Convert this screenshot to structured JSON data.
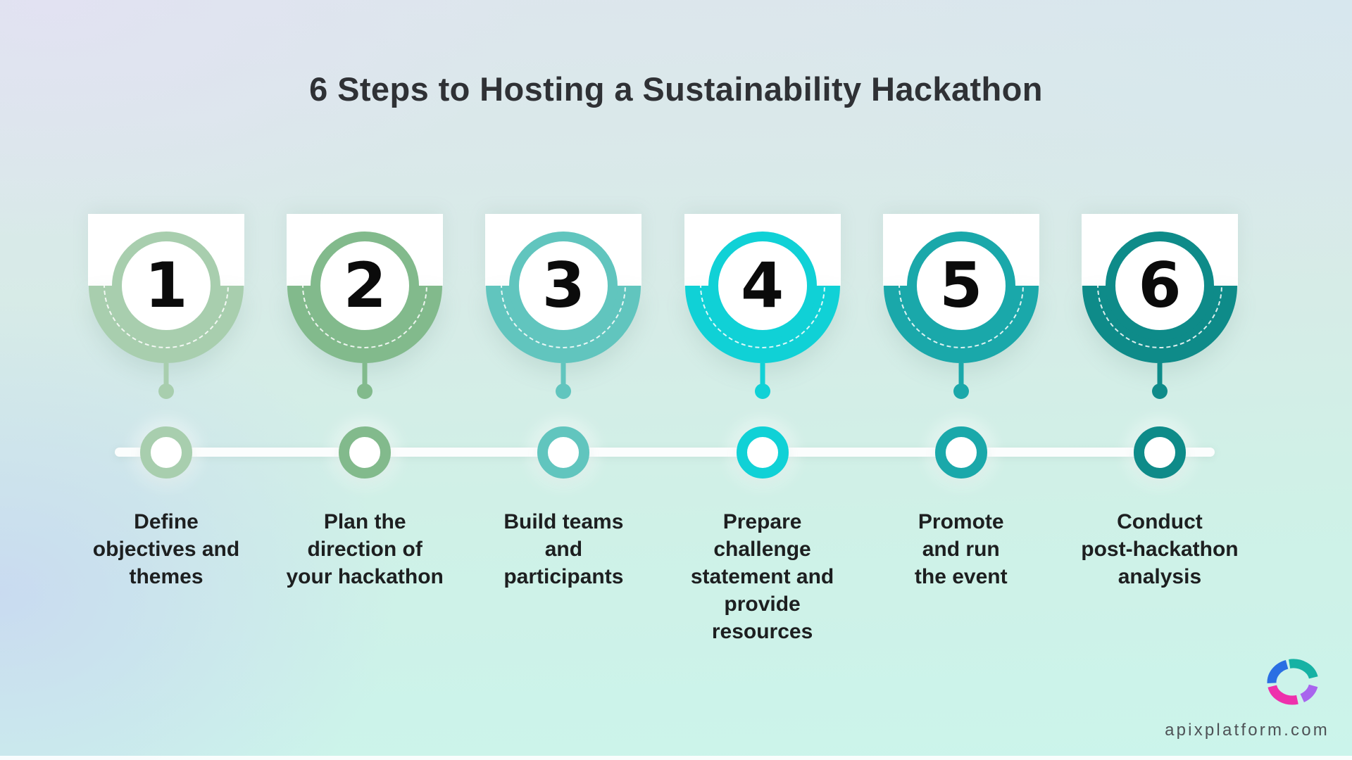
{
  "title": "6 Steps to Hosting a Sustainability Hackathon",
  "steps": [
    {
      "number": "1",
      "color": "#a8ceae",
      "label": "Define\nobjectives and\nthemes"
    },
    {
      "number": "2",
      "color": "#82ba8c",
      "label": "Plan the\ndirection of\nyour hackathon"
    },
    {
      "number": "3",
      "color": "#61c5be",
      "label": "Build teams\nand\nparticipants"
    },
    {
      "number": "4",
      "color": "#10d1d6",
      "label": "Prepare\nchallenge\nstatement and\nprovide\nresources"
    },
    {
      "number": "5",
      "color": "#1aa8aa",
      "label": "Promote\nand run\nthe event"
    },
    {
      "number": "6",
      "color": "#0e8b89",
      "label": "Conduct\npost-hackathon\nanalysis"
    }
  ],
  "footer": {
    "website": "apixplatform.com",
    "logo_colors": {
      "blue": "#2b6fe3",
      "teal": "#16b2a4",
      "pink": "#ee31ac",
      "purple": "#a865ee"
    }
  }
}
